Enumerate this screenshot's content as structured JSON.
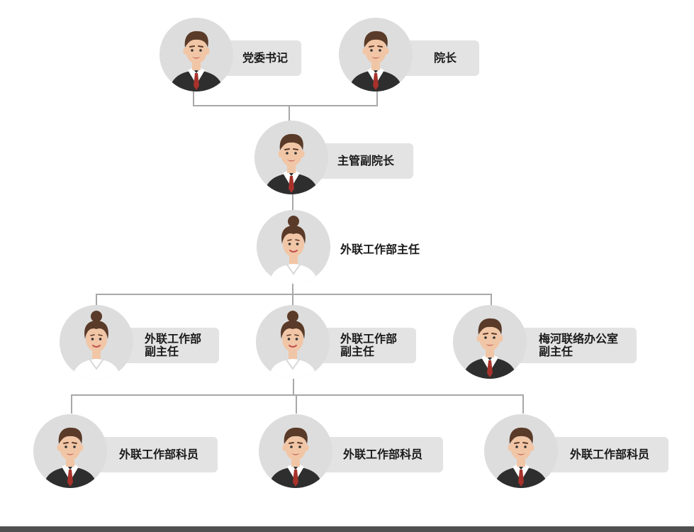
{
  "nodes": [
    {
      "id": "party-secretary",
      "lines": [
        "党委书记"
      ],
      "avatar": "man-avatar-icon"
    },
    {
      "id": "president",
      "lines": [
        "院长"
      ],
      "avatar": "man-avatar-icon"
    },
    {
      "id": "vice-president",
      "lines": [
        "主管副院长"
      ],
      "avatar": "man-avatar-icon"
    },
    {
      "id": "dept-director",
      "lines": [
        "外联工作部主任"
      ],
      "avatar": "woman-avatar-icon"
    },
    {
      "id": "deputy-director-1",
      "lines": [
        "外联工作部",
        "副主任"
      ],
      "avatar": "woman-avatar-icon"
    },
    {
      "id": "deputy-director-2",
      "lines": [
        "外联工作部",
        "副主任"
      ],
      "avatar": "woman-avatar-icon"
    },
    {
      "id": "meihe-deputy-director",
      "lines": [
        "梅河联络办公室",
        "副主任"
      ],
      "avatar": "man-avatar-icon"
    },
    {
      "id": "staff-1",
      "lines": [
        "外联工作部科员"
      ],
      "avatar": "man-avatar-icon"
    },
    {
      "id": "staff-2",
      "lines": [
        "外联工作部科员"
      ],
      "avatar": "man-avatar-icon"
    },
    {
      "id": "staff-3",
      "lines": [
        "外联工作部科员"
      ],
      "avatar": "man-avatar-icon"
    }
  ],
  "colors": {
    "tag_bg": "#e3e3e3",
    "avatar_bg": "#dddddd",
    "connector": "#a8a8a8",
    "suit": "#2e2e2e",
    "tie": "#a8322b",
    "skin": "#f1c6a6",
    "hair": "#5a3a28"
  }
}
